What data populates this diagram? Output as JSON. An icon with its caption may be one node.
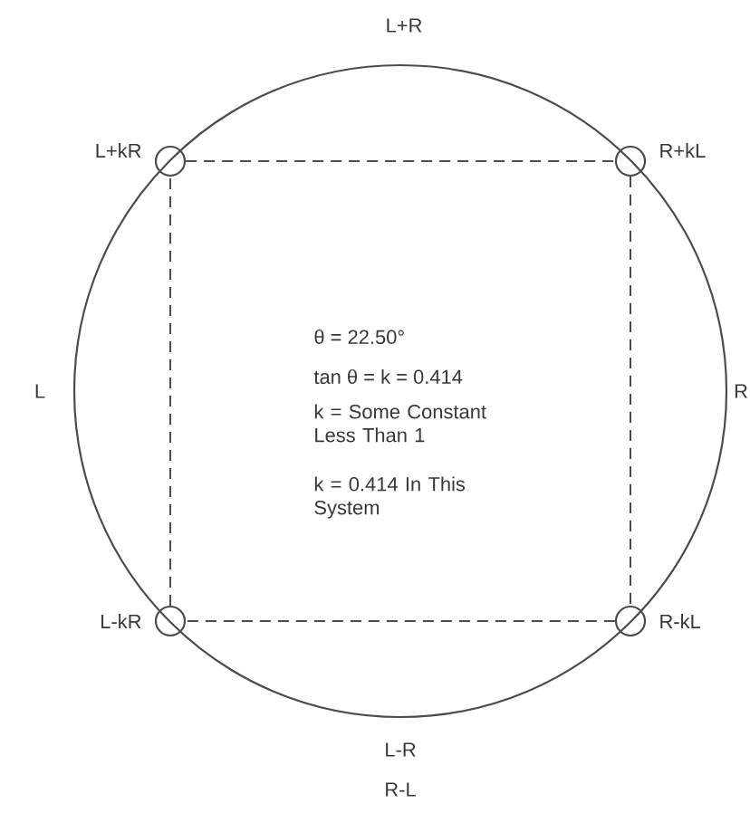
{
  "diagram": {
    "nodes": [
      {
        "text": [],
        "shape": "circle",
        "beside": [
          "L+kR"
        ]
      },
      {
        "text": [],
        "shape": "circle",
        "beside": [
          "R+kL"
        ]
      },
      {
        "text": [],
        "shape": "circle",
        "beside": [
          "L-kR"
        ]
      },
      {
        "text": [],
        "shape": "circle",
        "beside": [
          "R-kL"
        ]
      }
    ],
    "edges": [
      {
        "from": 0,
        "to": 1,
        "arrow": "none",
        "style": "dashed"
      },
      {
        "from": 1,
        "to": 3,
        "arrow": "none",
        "style": "dashed"
      },
      {
        "from": 3,
        "to": 2,
        "arrow": "none",
        "style": "dashed"
      },
      {
        "from": 2,
        "to": 0,
        "arrow": "none",
        "style": "dashed"
      }
    ],
    "labels": [
      "L+R",
      "L",
      "θ = 22.50°",
      "tan θ = k = 0.414",
      "k = Some Constant Less Than 1",
      "k = 0.414 In This System",
      "R",
      "L-R",
      "R-L"
    ]
  }
}
